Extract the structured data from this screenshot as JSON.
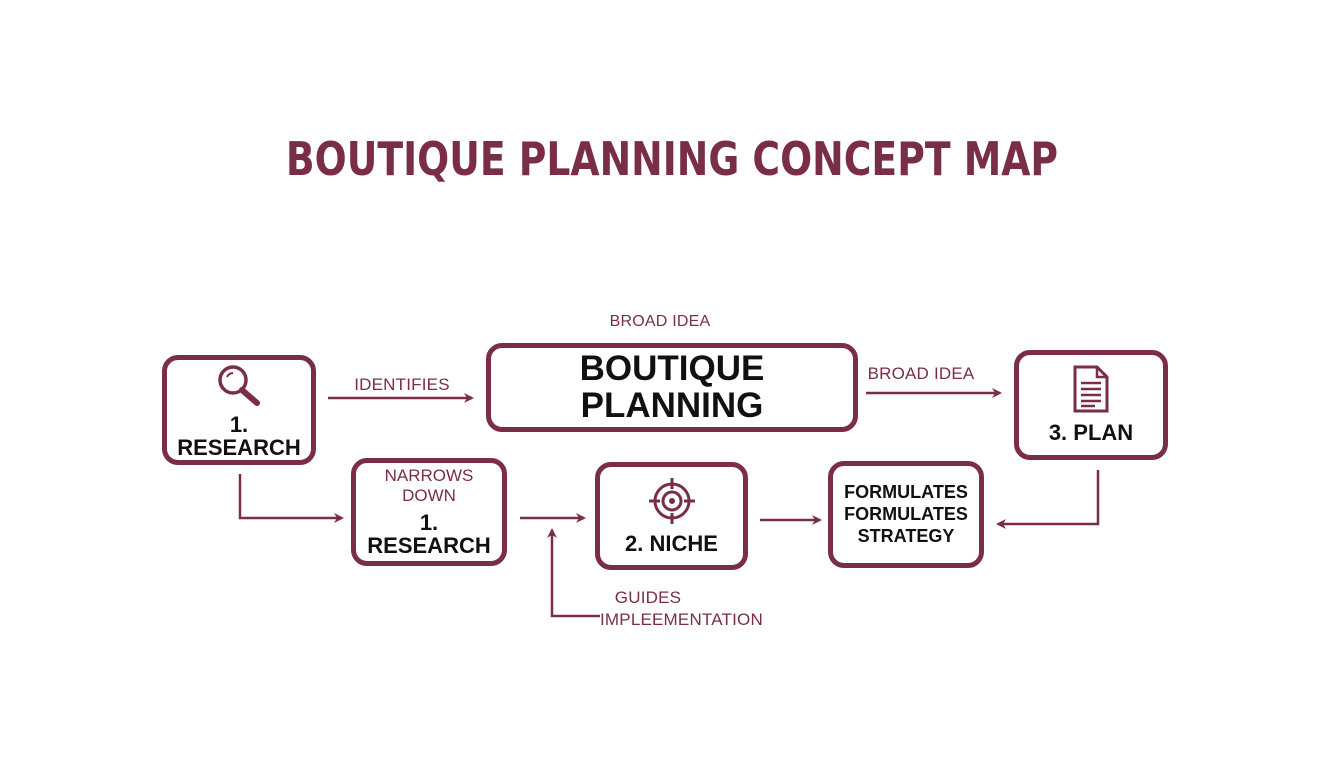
{
  "title": "BOUTIQUE PLANNING CONCEPT MAP",
  "nodes": {
    "research_top": {
      "label": "1. RESEARCH",
      "icon": "magnifier-icon"
    },
    "boutique_planning": {
      "label": "BOUTIQUE PLANNING",
      "top_label": "BROAD IDEA"
    },
    "plan": {
      "label": "3. PLAN",
      "icon": "document-icon"
    },
    "research_bottom": {
      "line1": "NARROWS",
      "line2": "DOWN",
      "line3": "1. RESEARCH"
    },
    "niche": {
      "label": "2. NICHE",
      "icon": "target-icon"
    },
    "strategy": {
      "line1": "FORMULATES",
      "line2": "FORMULATES",
      "line3": "STRATEGY"
    }
  },
  "edges": {
    "identifies": "IDENTIFIES",
    "broad_idea": "BROAD IDEA",
    "guides_line1": "GUIDES",
    "guides_line2": "IMPLEEMENTATION"
  },
  "colors": {
    "accent": "#7a2e46",
    "text": "#111111",
    "background": "#ffffff"
  }
}
